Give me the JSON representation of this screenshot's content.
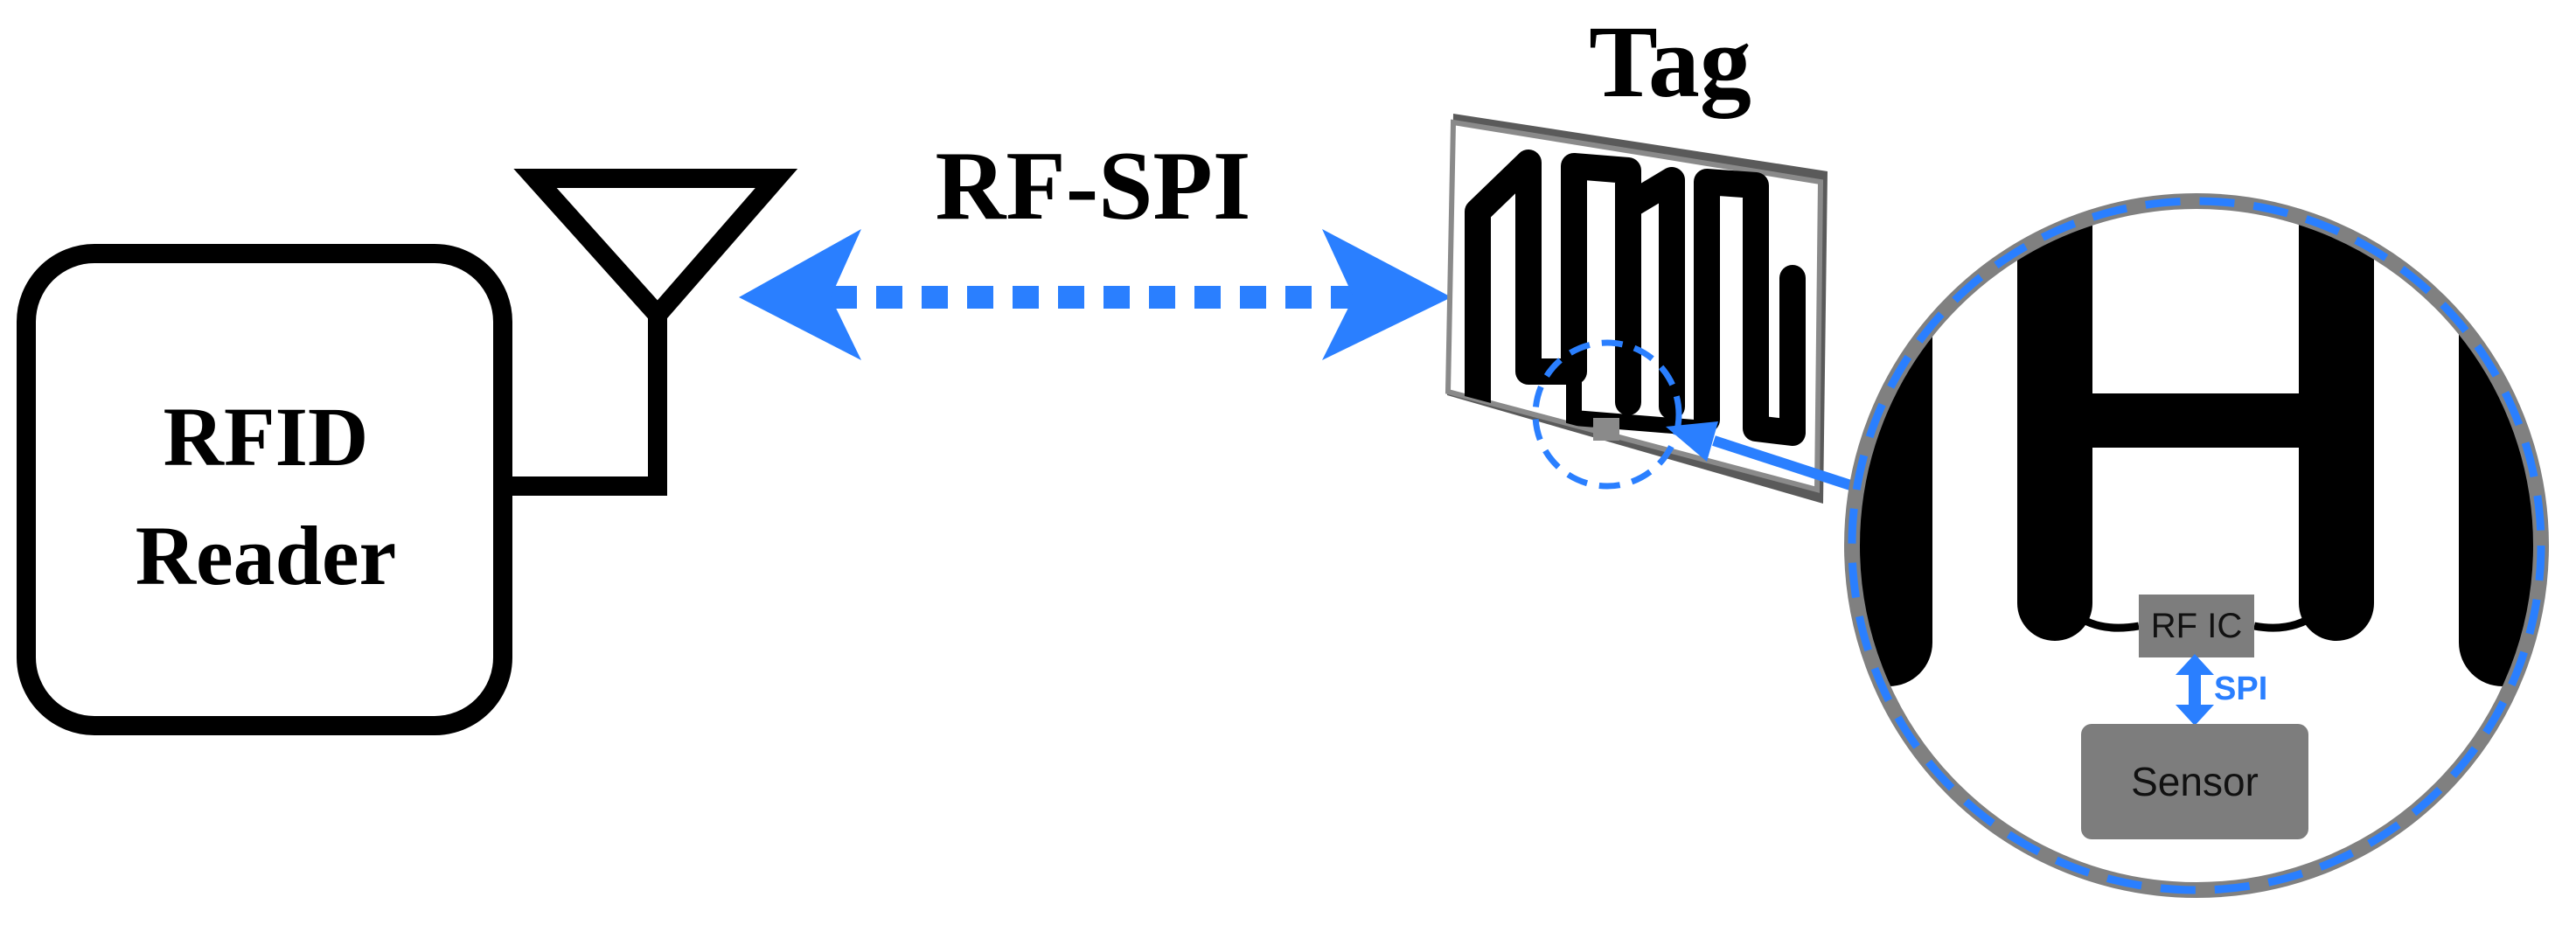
{
  "reader": {
    "line1": "RFID",
    "line2": "Reader"
  },
  "link": {
    "label": "RF-SPI"
  },
  "tag": {
    "title": "Tag"
  },
  "zoom": {
    "ic_label": "RF IC",
    "spi_label": "SPI",
    "sensor_label": "Sensor"
  },
  "colors": {
    "accent": "#2a7fff",
    "ink": "#000000",
    "chip_gray": "#7d7d7d",
    "frame_gray": "#808080"
  },
  "icons": {
    "antenna": "antenna-icon",
    "tag_antenna": "meander-antenna-icon"
  }
}
